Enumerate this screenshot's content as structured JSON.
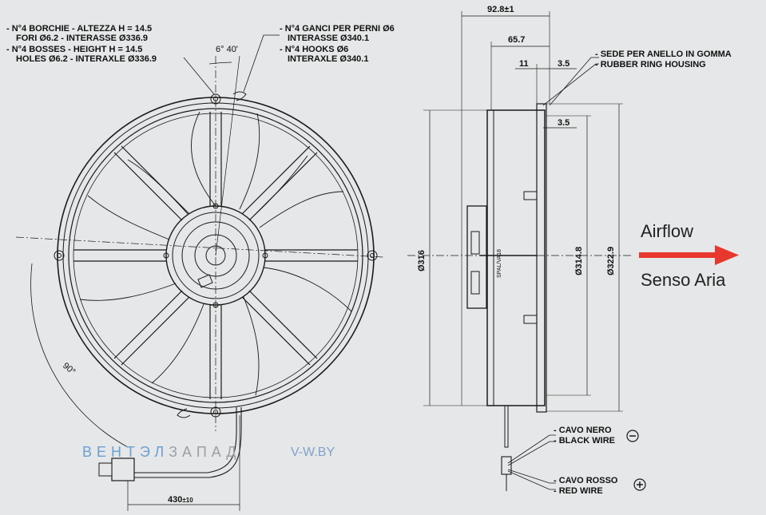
{
  "notes": {
    "bosses_it_1": "- N°4 BORCHIE - ALTEZZA H = 14.5",
    "bosses_it_2": "FORI Ø6.2 - INTERASSE Ø336.9",
    "bosses_en_1": "- N°4 BOSSES - HEIGHT H = 14.5",
    "bosses_en_2": "HOLES Ø6.2 - INTERAXLE Ø336.9",
    "hooks_it_1": "- N°4 GANCI PER PERNI Ø6",
    "hooks_it_2": "INTERASSE Ø340.1",
    "hooks_en_1": "- N°4 HOOKS Ø6",
    "hooks_en_2": "INTERAXLE Ø340.1",
    "rubber_it": "- SEDE PER ANELLO IN GOMMA",
    "rubber_en": "- RUBBER RING HOUSING",
    "black_it": "- CAVO NERO",
    "black_en": "- BLACK WIRE",
    "red_it": "- CAVO ROSSO",
    "red_en": "- RED WIRE"
  },
  "dimensions": {
    "angle": "6° 40'",
    "angle90": "90°",
    "depth_total": "92.8±1",
    "depth_body": "65.7",
    "d11": "11",
    "d35_top": "3.5",
    "d35_mid": "3.5",
    "dia316": "Ø316",
    "dia3148": "Ø314.8",
    "dia3229": "Ø322.9",
    "cable_len": "430",
    "cable_tol": "±10"
  },
  "airflow": {
    "en": "Airflow",
    "it": "Senso Aria",
    "arrow_color": "#e8372c"
  },
  "polarity": {
    "minus": "−",
    "plus": "+"
  },
  "label_side": "SPAL/VA18",
  "watermark": {
    "brand_a": "ВЕНТЭЛ",
    "brand_b": "ЗАПАД",
    "site": "V-W.BY"
  }
}
